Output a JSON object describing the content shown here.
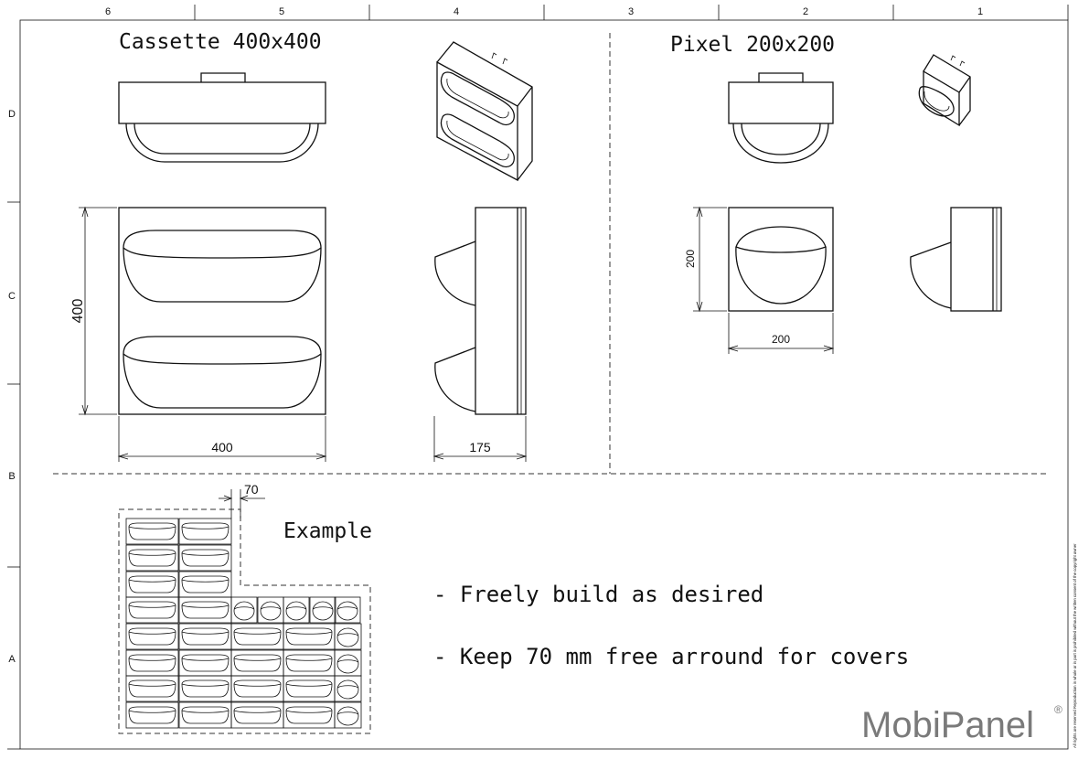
{
  "frame": {
    "columns": [
      "6",
      "5",
      "4",
      "3",
      "2",
      "1"
    ],
    "rows": [
      "D",
      "C",
      "B",
      "A"
    ]
  },
  "cassette": {
    "title": "Cassette 400x400",
    "dim_height": "400",
    "dim_width": "400",
    "dim_depth": "175"
  },
  "pixel": {
    "title": "Pixel 200x200",
    "dim_height": "200",
    "dim_width": "200"
  },
  "example": {
    "title": "Example",
    "clearance": "70",
    "notes": [
      "- Freely build as desired",
      "- Keep 70 mm free arround for covers"
    ]
  },
  "brand": {
    "name": "MobiPanel",
    "mark": "®",
    "color": "#7a7a7a"
  },
  "copyright": "All rights are reserved Reproduction in whole or in part is prohibited without the written consent of the copyright owner"
}
